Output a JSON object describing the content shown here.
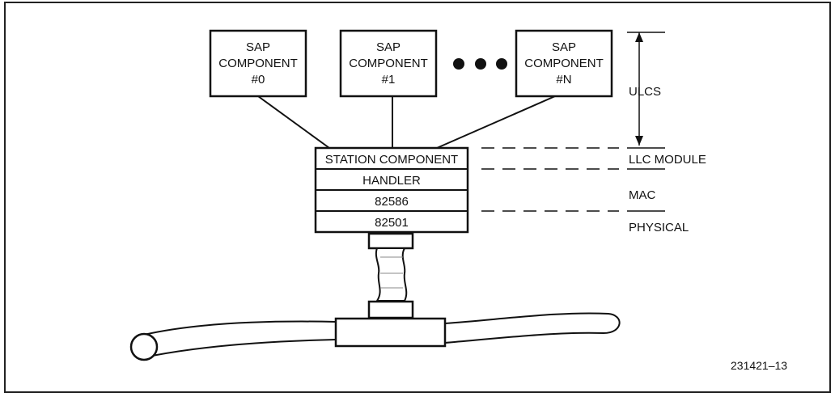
{
  "sap_components": [
    {
      "line1": "SAP",
      "line2": "COMPONENT",
      "line3": "#0"
    },
    {
      "line1": "SAP",
      "line2": "COMPONENT",
      "line3": "#1"
    },
    {
      "line1": "SAP",
      "line2": "COMPONENT",
      "line3": "#N"
    }
  ],
  "station_stack": [
    "STATION COMPONENT",
    "HANDLER",
    "82586",
    "82501"
  ],
  "layers": {
    "ulcs": "ULCS",
    "llc_module": "LLC MODULE",
    "mac": "MAC",
    "physical": "PHYSICAL"
  },
  "figure_id": "231421–13"
}
